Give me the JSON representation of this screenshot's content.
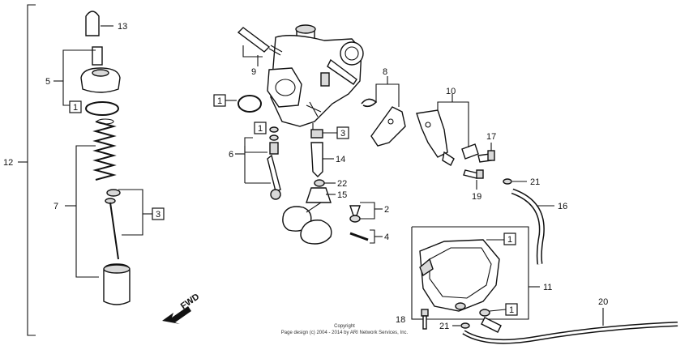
{
  "labels": {
    "l1": "1",
    "l2": "2",
    "l3": "3",
    "l4": "4",
    "l5": "5",
    "l6": "6",
    "l7": "7",
    "l8": "8",
    "l9": "9",
    "l10": "10",
    "l11": "11",
    "l12": "12",
    "l13": "13",
    "l14": "14",
    "l15": "15",
    "l16": "16",
    "l17": "17",
    "l18": "18",
    "l19": "19",
    "l20": "20",
    "l21": "21",
    "l22": "22"
  },
  "fwd_label": "FWD",
  "copyright": {
    "line1": "Copyright",
    "line2": "Page design (c) 2004 - 2014 by ARI Network Services, Inc."
  }
}
